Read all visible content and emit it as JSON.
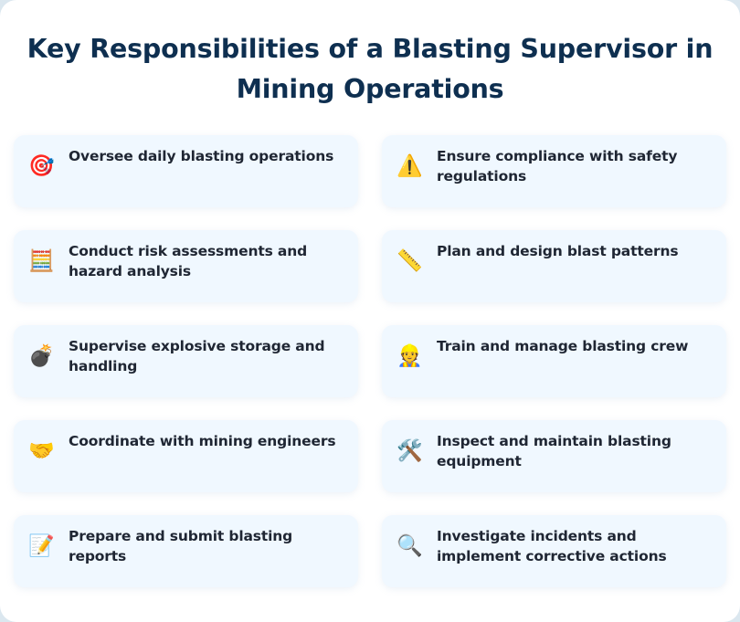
{
  "page": {
    "title": "Key Responsibilities of a Blasting Supervisor in Mining Operations",
    "colors": {
      "title": "#0e2f50",
      "card_bg": "#f0f8ff",
      "text": "#1f2633",
      "page_bg": "#dbe7ef"
    }
  },
  "responsibilities": [
    {
      "icon": "🎯",
      "icon_name": "target-icon",
      "text": "Oversee daily blasting operations"
    },
    {
      "icon": "⚠️",
      "icon_name": "warning-icon",
      "text": "Ensure compliance with safety regulations"
    },
    {
      "icon": "🧮",
      "icon_name": "abacus-icon",
      "text": "Conduct risk assessments and hazard analysis"
    },
    {
      "icon": "📏",
      "icon_name": "ruler-icon",
      "text": "Plan and design blast patterns"
    },
    {
      "icon": "💣",
      "icon_name": "bomb-icon",
      "text": "Supervise explosive storage and handling"
    },
    {
      "icon": "👷",
      "icon_name": "construction-worker-icon",
      "text": "Train and manage blasting crew"
    },
    {
      "icon": "🤝",
      "icon_name": "handshake-icon",
      "text": "Coordinate with mining engineers"
    },
    {
      "icon": "🛠️",
      "icon_name": "hammer-wrench-icon",
      "text": "Inspect and maintain blasting equipment"
    },
    {
      "icon": "📝",
      "icon_name": "memo-icon",
      "text": "Prepare and submit blasting reports"
    },
    {
      "icon": "🔍",
      "icon_name": "magnifying-glass-icon",
      "text": "Investigate incidents and implement corrective actions"
    }
  ]
}
